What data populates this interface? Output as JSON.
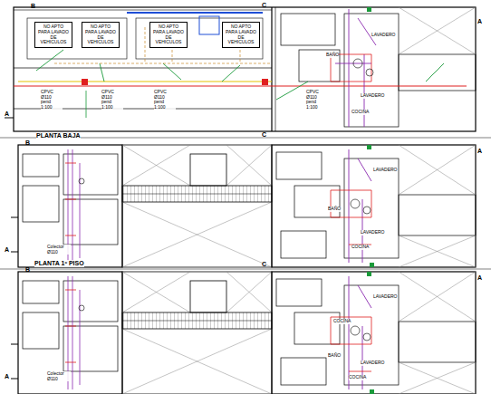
{
  "diagram": {
    "nodes": [
      {
        "text": [
          "NO APTO PARA LAVADO DE VEHICULOS"
        ]
      },
      {
        "text": [
          "NO APTO PARA LAVADO DE VEHICULOS"
        ]
      },
      {
        "text": [
          "NO APTO PARA LAVADO DE VEHICULOS"
        ]
      },
      {
        "text": [
          "NO APTO PARA LAVADO DE VEHICULOS"
        ]
      }
    ],
    "edges": [],
    "labels": [
      "PLANTA BAJA",
      "PLANTA 1º PISO",
      "A",
      "A",
      "B",
      "C",
      "B",
      "C",
      "A",
      "A",
      "B",
      "C",
      "A",
      "A",
      "LAVADERO",
      "BAÑO",
      "LAVADERO",
      "COCINA",
      "LAVADERO",
      "BAÑO",
      "LAVADERO",
      "COCINA",
      "LAVADERO",
      "COCINA",
      "BAÑO",
      "LAVADERO",
      "COCINA",
      "CPVC Ø110 pend 1:100",
      "CPVC Ø110 pend 1:100",
      "CPVC Ø110 pend 1:100",
      "CPVC Ø110 pend 1:100",
      "Colector Ø110",
      "Colector Ø110"
    ]
  }
}
